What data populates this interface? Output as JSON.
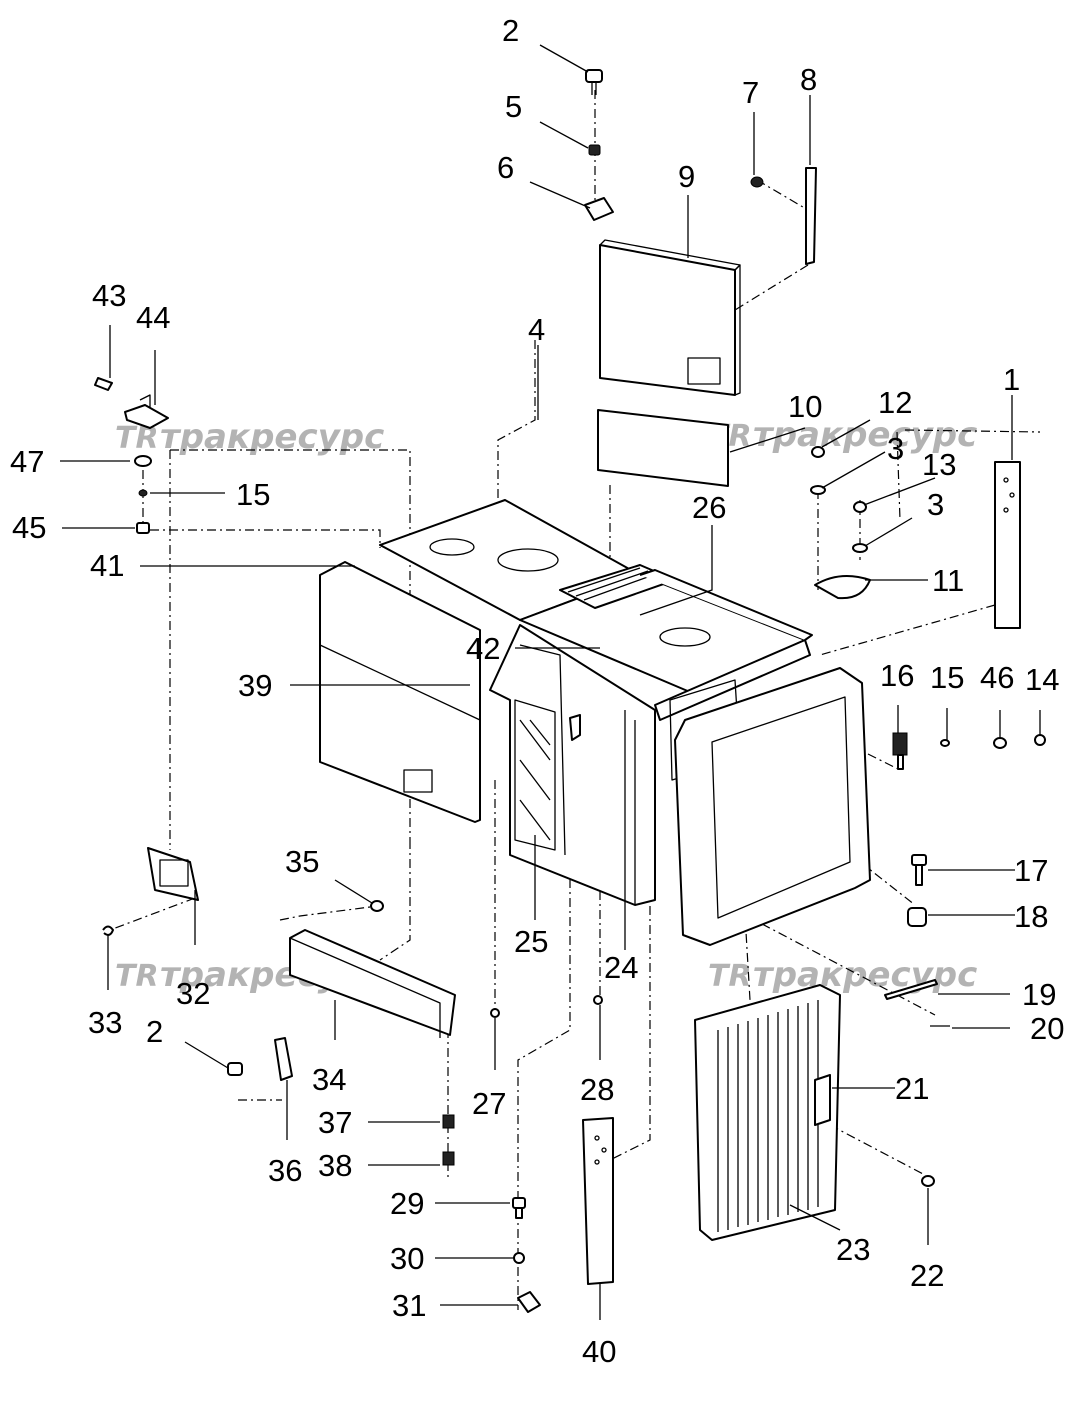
{
  "watermark": {
    "logo": "TR",
    "text": "тракресурс"
  },
  "callouts": [
    {
      "id": "c2a",
      "label": "2"
    },
    {
      "id": "c5",
      "label": "5"
    },
    {
      "id": "c6",
      "label": "6"
    },
    {
      "id": "c9",
      "label": "9"
    },
    {
      "id": "c7",
      "label": "7"
    },
    {
      "id": "c8",
      "label": "8"
    },
    {
      "id": "c43",
      "label": "43"
    },
    {
      "id": "c44",
      "label": "44"
    },
    {
      "id": "c4",
      "label": "4"
    },
    {
      "id": "c10",
      "label": "10"
    },
    {
      "id": "c12",
      "label": "12"
    },
    {
      "id": "c1",
      "label": "1"
    },
    {
      "id": "c3a",
      "label": "3"
    },
    {
      "id": "c13",
      "label": "13"
    },
    {
      "id": "c47",
      "label": "47"
    },
    {
      "id": "c15a",
      "label": "15"
    },
    {
      "id": "c26",
      "label": "26"
    },
    {
      "id": "c3b",
      "label": "3"
    },
    {
      "id": "c45",
      "label": "45"
    },
    {
      "id": "c41",
      "label": "41"
    },
    {
      "id": "c11",
      "label": "11"
    },
    {
      "id": "c42",
      "label": "42"
    },
    {
      "id": "c39",
      "label": "39"
    },
    {
      "id": "c16",
      "label": "16"
    },
    {
      "id": "c15b",
      "label": "15"
    },
    {
      "id": "c46",
      "label": "46"
    },
    {
      "id": "c14",
      "label": "14"
    },
    {
      "id": "c35",
      "label": "35"
    },
    {
      "id": "c17",
      "label": "17"
    },
    {
      "id": "c18",
      "label": "18"
    },
    {
      "id": "c25",
      "label": "25"
    },
    {
      "id": "c24",
      "label": "24"
    },
    {
      "id": "c33",
      "label": "33"
    },
    {
      "id": "c32",
      "label": "32"
    },
    {
      "id": "c19",
      "label": "19"
    },
    {
      "id": "c2b",
      "label": "2"
    },
    {
      "id": "c20",
      "label": "20"
    },
    {
      "id": "c34",
      "label": "34"
    },
    {
      "id": "c28",
      "label": "28"
    },
    {
      "id": "c21",
      "label": "21"
    },
    {
      "id": "c27",
      "label": "27"
    },
    {
      "id": "c37",
      "label": "37"
    },
    {
      "id": "c36",
      "label": "36"
    },
    {
      "id": "c38",
      "label": "38"
    },
    {
      "id": "c29",
      "label": "29"
    },
    {
      "id": "c23",
      "label": "23"
    },
    {
      "id": "c30",
      "label": "30"
    },
    {
      "id": "c22",
      "label": "22"
    },
    {
      "id": "c31",
      "label": "31"
    },
    {
      "id": "c40",
      "label": "40"
    }
  ]
}
